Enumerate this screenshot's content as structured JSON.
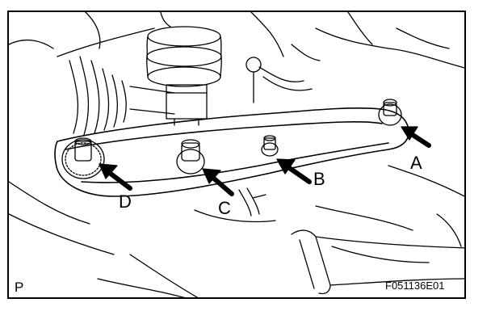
{
  "figure": {
    "callouts": {
      "a": "A",
      "b": "B",
      "c": "C",
      "d": "D"
    },
    "corner_label": "P",
    "figure_id": "F051136E01"
  },
  "colors": {
    "line": "#000000",
    "background": "#ffffff"
  }
}
